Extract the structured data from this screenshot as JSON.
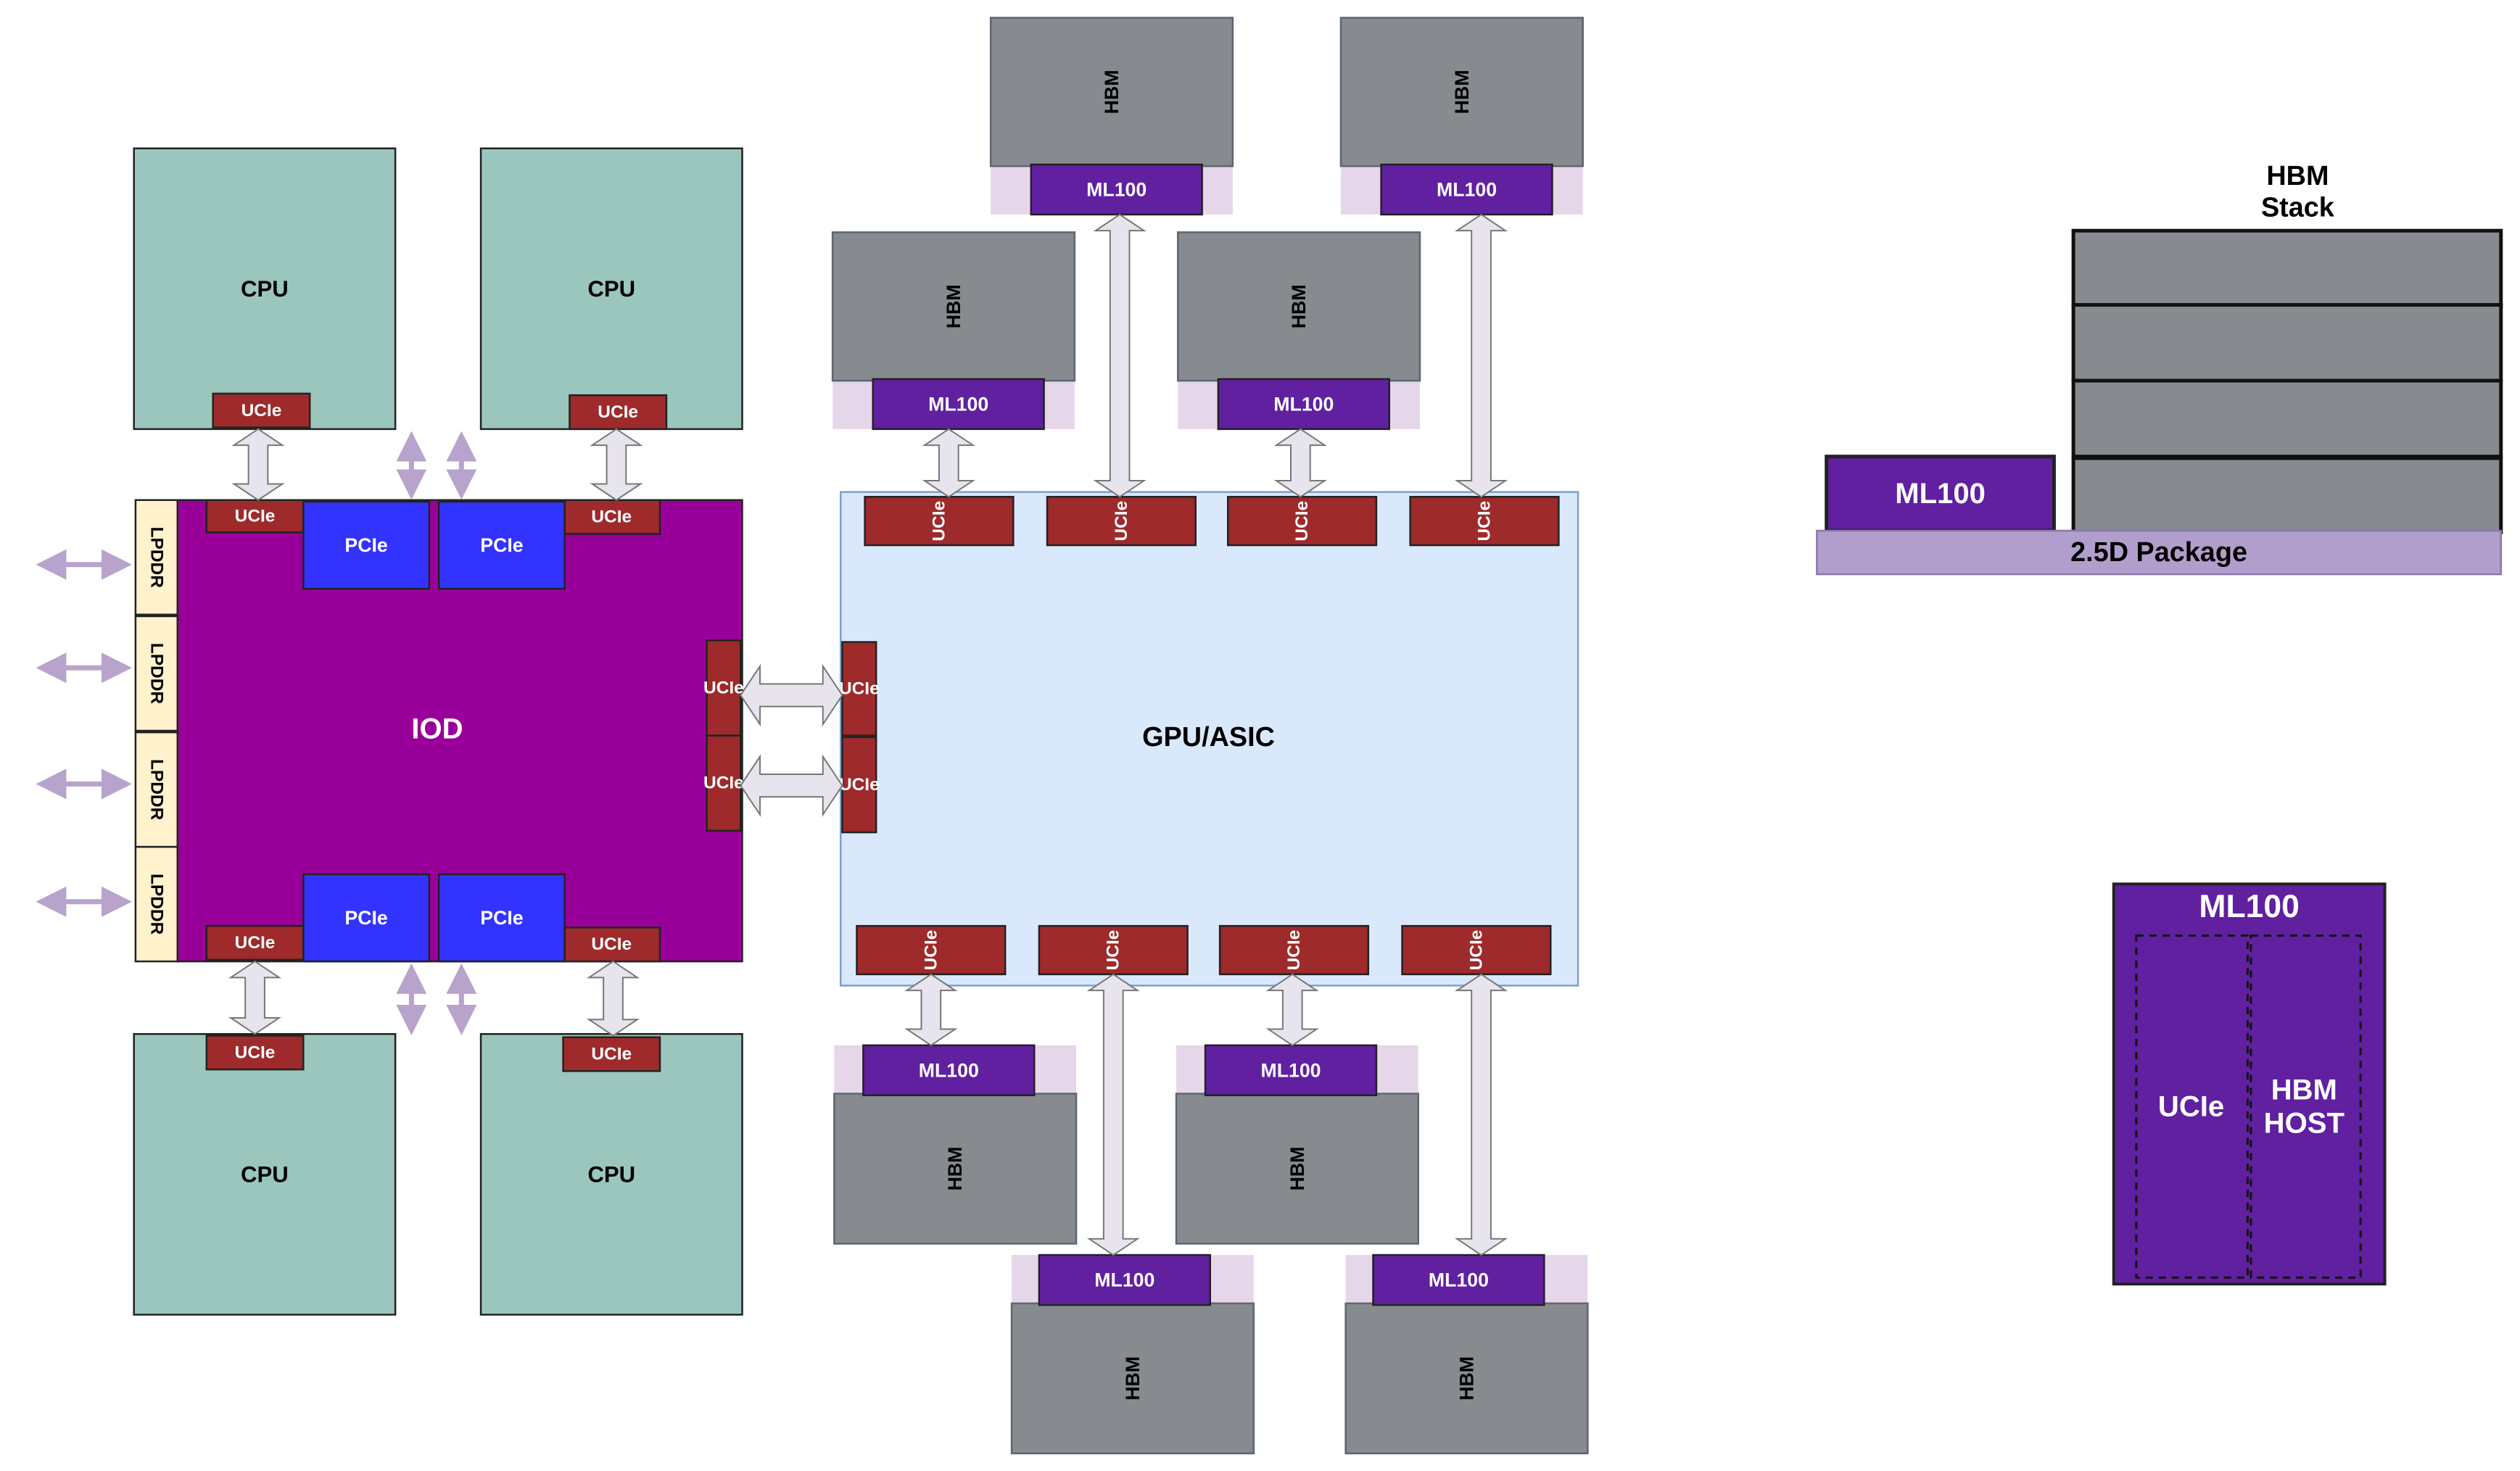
{
  "labels": {
    "cpu": "CPU",
    "ucie": "UCIe",
    "pcie": "PCIe",
    "lpddr": "LPDDR",
    "iod": "IOD",
    "gpu": "GPU/ASIC",
    "hbm": "HBM",
    "ml100": "ML100",
    "hbm_stack": "HBM\nStack",
    "package": "2.5D Package",
    "hbm_host": "HBM\nHOST"
  },
  "colors": {
    "cpu": "#9bc6be",
    "ucie": "#9e2a2b",
    "pcie": "#3333ff",
    "iod": "#990099",
    "lpddr": "#fff2cc",
    "gpu": "#dae8fc",
    "hbm": "#878a8e",
    "ml100": "#6020a0",
    "ml100_pad": "#e6d6ea",
    "package": "#b29ecc",
    "arrow_fill": "#e8e4ee",
    "arrow_stroke": "#777777",
    "side_arrow": "#b8a3cc"
  }
}
